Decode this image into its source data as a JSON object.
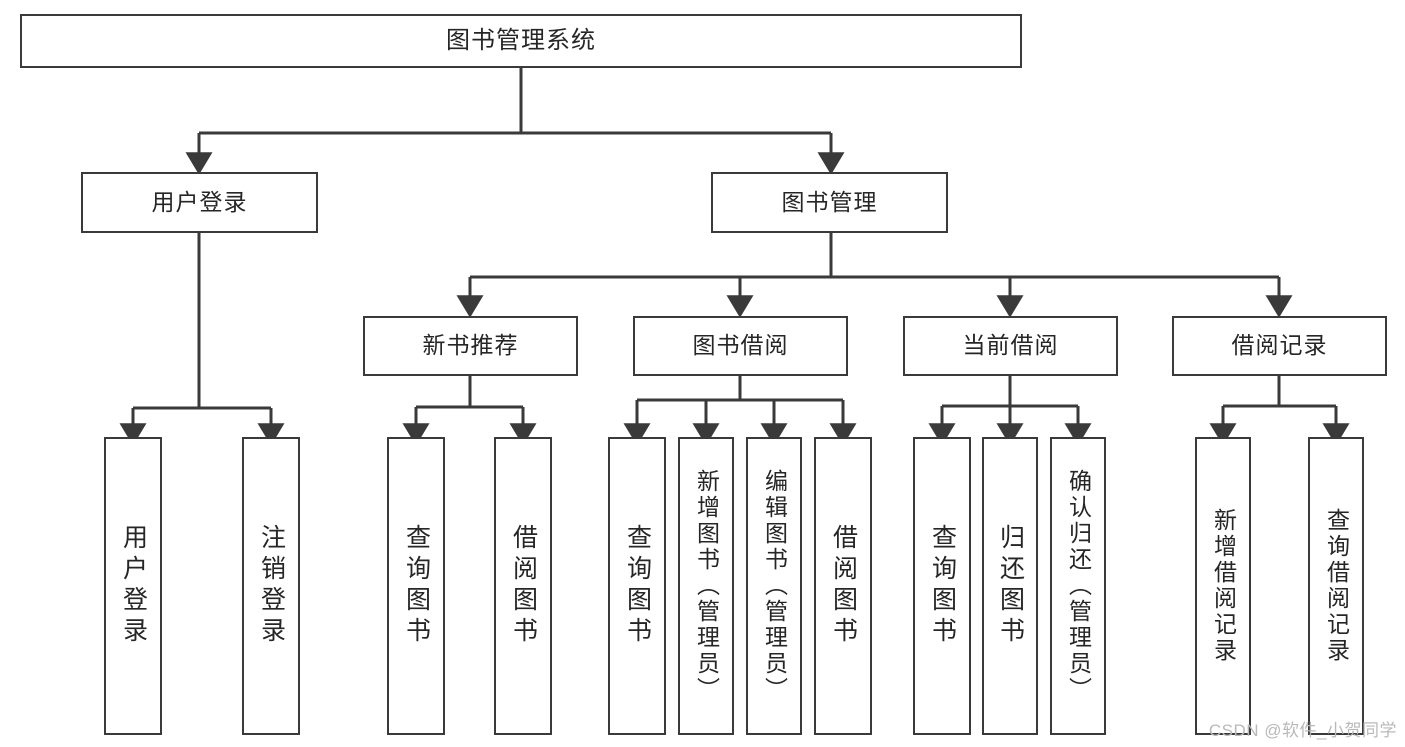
{
  "diagram": {
    "type": "tree-hierarchy-chart",
    "title": "图书管理系统",
    "colors": {
      "box_border": "#3a3a3a",
      "box_fill": "#ffffff",
      "line": "#3a3a3a",
      "text": "#262626",
      "watermark": "#b9b9b9"
    },
    "nodes": {
      "root": "图书管理系统",
      "level2": [
        {
          "label": "用户登录"
        },
        {
          "label": "图书管理"
        }
      ],
      "level3": [
        {
          "label": "新书推荐"
        },
        {
          "label": "图书借阅"
        },
        {
          "label": "当前借阅"
        },
        {
          "label": "借阅记录"
        }
      ],
      "leaves_user_login": [
        {
          "label": "用户登录"
        },
        {
          "label": "注销登录"
        }
      ],
      "leaves_new_books": [
        {
          "label": "查询图书"
        },
        {
          "label": "借阅图书"
        }
      ],
      "leaves_book_borrow": [
        {
          "label": "查询图书"
        },
        {
          "label": "新增图书（管理员）"
        },
        {
          "label": "编辑图书（管理员）"
        },
        {
          "label": "借阅图书"
        }
      ],
      "leaves_current_borrow": [
        {
          "label": "查询图书"
        },
        {
          "label": "归还图书"
        },
        {
          "label": "确认归还（管理员）"
        }
      ],
      "leaves_borrow_record": [
        {
          "label": "新增借阅记录"
        },
        {
          "label": "查询借阅记录"
        }
      ]
    },
    "watermark": "CSDN @软件_小贺同学"
  }
}
